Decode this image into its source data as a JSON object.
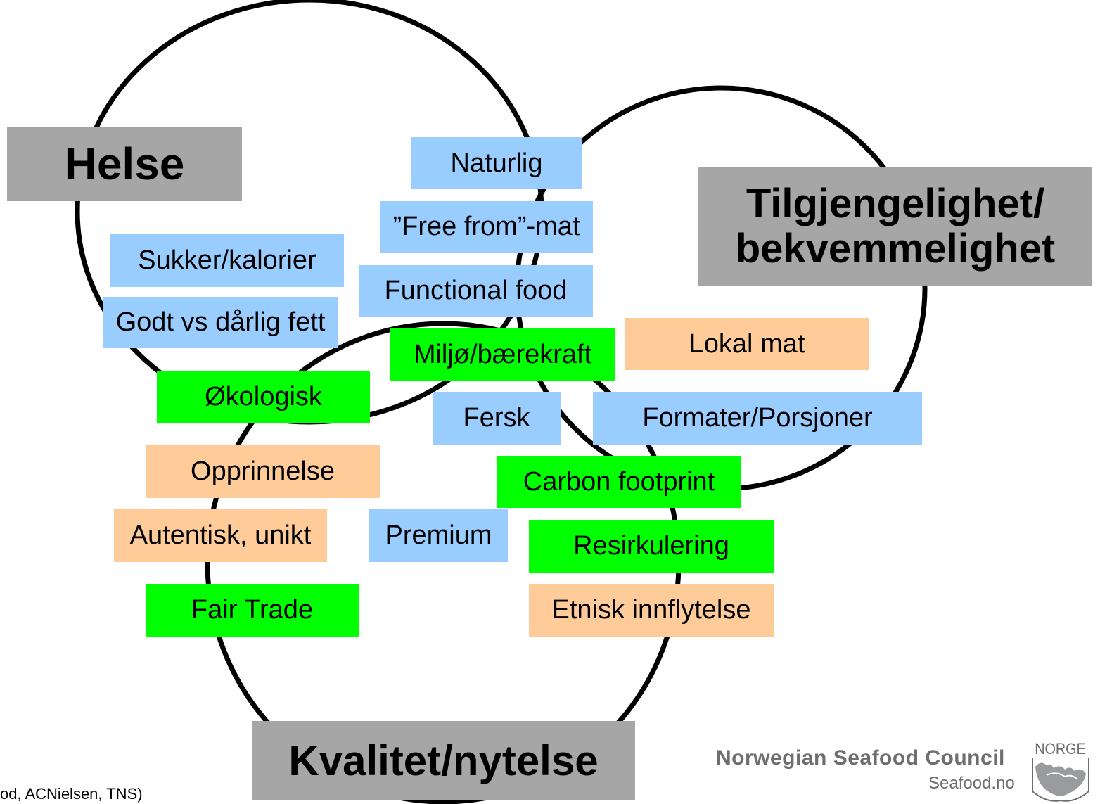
{
  "diagram": {
    "circles": {
      "health_label": "Helse",
      "convenience_label_line1": "Tilgjengelighet/",
      "convenience_label_line2": "bekvemmelighet",
      "quality_label": "Kvalitet/nytelse"
    },
    "items": {
      "naturlig": "Naturlig",
      "free_from": "”Free from”-mat",
      "sukker": "Sukker/kalorier",
      "functional": "Functional food",
      "godt_fett": "Godt vs dårlig fett",
      "miljo": "Miljø/bærekraft",
      "lokal_mat": "Lokal mat",
      "okologisk": "Økologisk",
      "fersk": "Fersk",
      "formater": "Formater/Porsjoner",
      "opprinnelse": "Opprinnelse",
      "carbon": "Carbon footprint",
      "autentisk": "Autentisk, unikt",
      "premium": "Premium",
      "resirkulering": "Resirkulering",
      "fair_trade": "Fair Trade",
      "etnisk": "Etnisk innflytelse"
    },
    "colors": {
      "blue": "#99ccff",
      "green": "#00ff00",
      "peach": "#ffcc99",
      "grey": "#a6a6a6"
    }
  },
  "footer": {
    "source": "od, ACNielsen, TNS)",
    "logo_title": "Norwegian Seafood Council",
    "logo_url": "Seafood.no",
    "badge_text": "NORGE"
  }
}
